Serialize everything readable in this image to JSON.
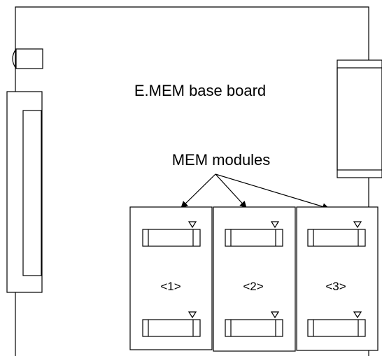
{
  "board": {
    "title": "E.MEM base board"
  },
  "modules_label": "MEM modules",
  "modules": [
    {
      "label": "<1>"
    },
    {
      "label": "<2>"
    },
    {
      "label": "<3>"
    }
  ],
  "colors": {
    "line": "#000000",
    "background": "#ffffff"
  }
}
